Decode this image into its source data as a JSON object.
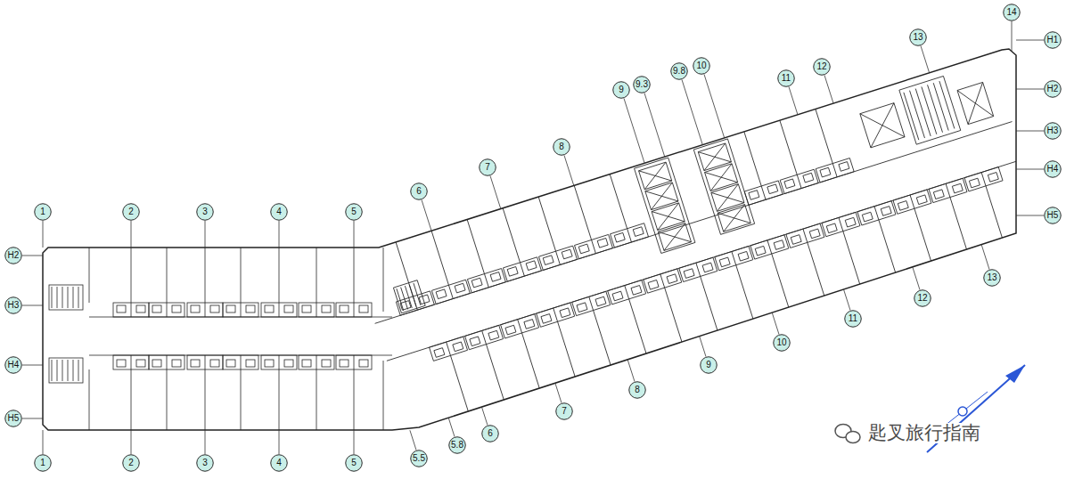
{
  "diagram": {
    "nodes": [
      {
        "text": [
          "1"
        ]
      },
      {
        "text": [
          "2"
        ]
      },
      {
        "text": [
          "3"
        ]
      },
      {
        "text": [
          "4"
        ]
      },
      {
        "text": [
          "5"
        ]
      },
      {
        "text": [
          "H2"
        ]
      },
      {
        "text": [
          "H3"
        ]
      },
      {
        "text": [
          "H4"
        ]
      },
      {
        "text": [
          "H5"
        ]
      },
      {
        "text": [
          "6"
        ]
      },
      {
        "text": [
          "7"
        ]
      },
      {
        "text": [
          "8"
        ]
      },
      {
        "text": [
          "9"
        ]
      },
      {
        "text": [
          "9.3"
        ]
      },
      {
        "text": [
          "9.8"
        ]
      },
      {
        "text": [
          "10"
        ]
      },
      {
        "text": [
          "11"
        ]
      },
      {
        "text": [
          "12"
        ]
      },
      {
        "text": [
          "13"
        ]
      },
      {
        "text": [
          "14"
        ]
      },
      {
        "text": [
          "H1"
        ]
      },
      {
        "text": [
          "H2"
        ]
      },
      {
        "text": [
          "H3"
        ]
      },
      {
        "text": [
          "H4"
        ]
      },
      {
        "text": [
          "H5"
        ]
      },
      {
        "text": [
          "1"
        ]
      },
      {
        "text": [
          "2"
        ]
      },
      {
        "text": [
          "3"
        ]
      },
      {
        "text": [
          "4"
        ]
      },
      {
        "text": [
          "5"
        ]
      },
      {
        "text": [
          "5.5"
        ]
      },
      {
        "text": [
          "5.8"
        ]
      },
      {
        "text": [
          "6"
        ]
      },
      {
        "text": [
          "7"
        ]
      },
      {
        "text": [
          "8"
        ]
      },
      {
        "text": [
          "9"
        ]
      },
      {
        "text": [
          "10"
        ]
      },
      {
        "text": [
          "11"
        ]
      },
      {
        "text": [
          "12"
        ]
      },
      {
        "text": [
          "13"
        ]
      }
    ],
    "labels": [
      "匙叉旅行指南"
    ]
  }
}
